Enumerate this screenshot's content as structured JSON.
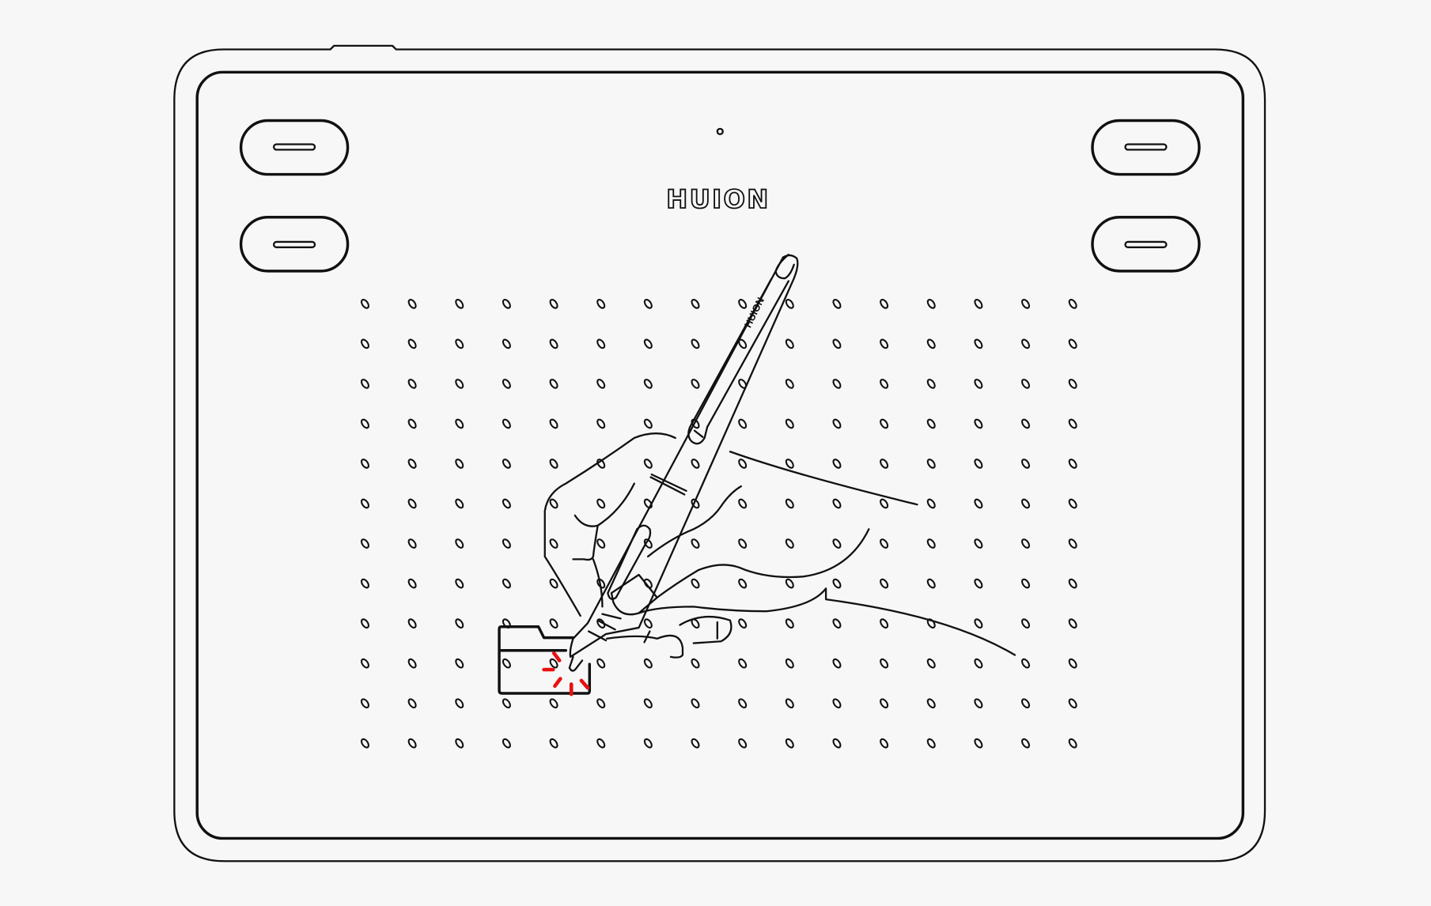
{
  "device": {
    "brand_logo": "HUION",
    "pen_logo": "HUION",
    "express_keys": [
      "key-1",
      "key-2",
      "key-3",
      "key-4"
    ],
    "dot_grid": {
      "columns": 16,
      "rows": 12
    }
  },
  "colors": {
    "background": "#f7f7f7",
    "line": "#111111",
    "highlight": "#e81010"
  }
}
